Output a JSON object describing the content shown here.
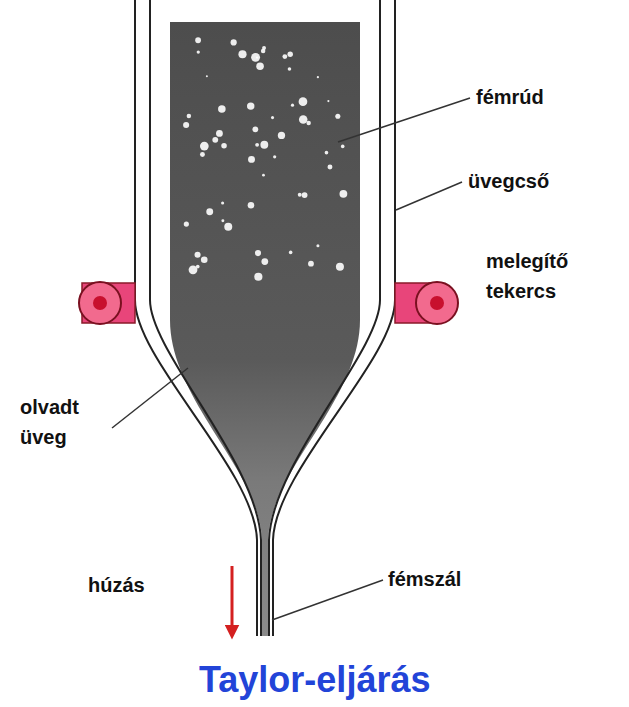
{
  "diagram": {
    "title": "Taylor-eljárás",
    "labels": [
      "fémrúd",
      "üvegcső",
      "melegítő tekercs",
      "olvadt üveg",
      "húzás",
      "fémszál"
    ]
  }
}
